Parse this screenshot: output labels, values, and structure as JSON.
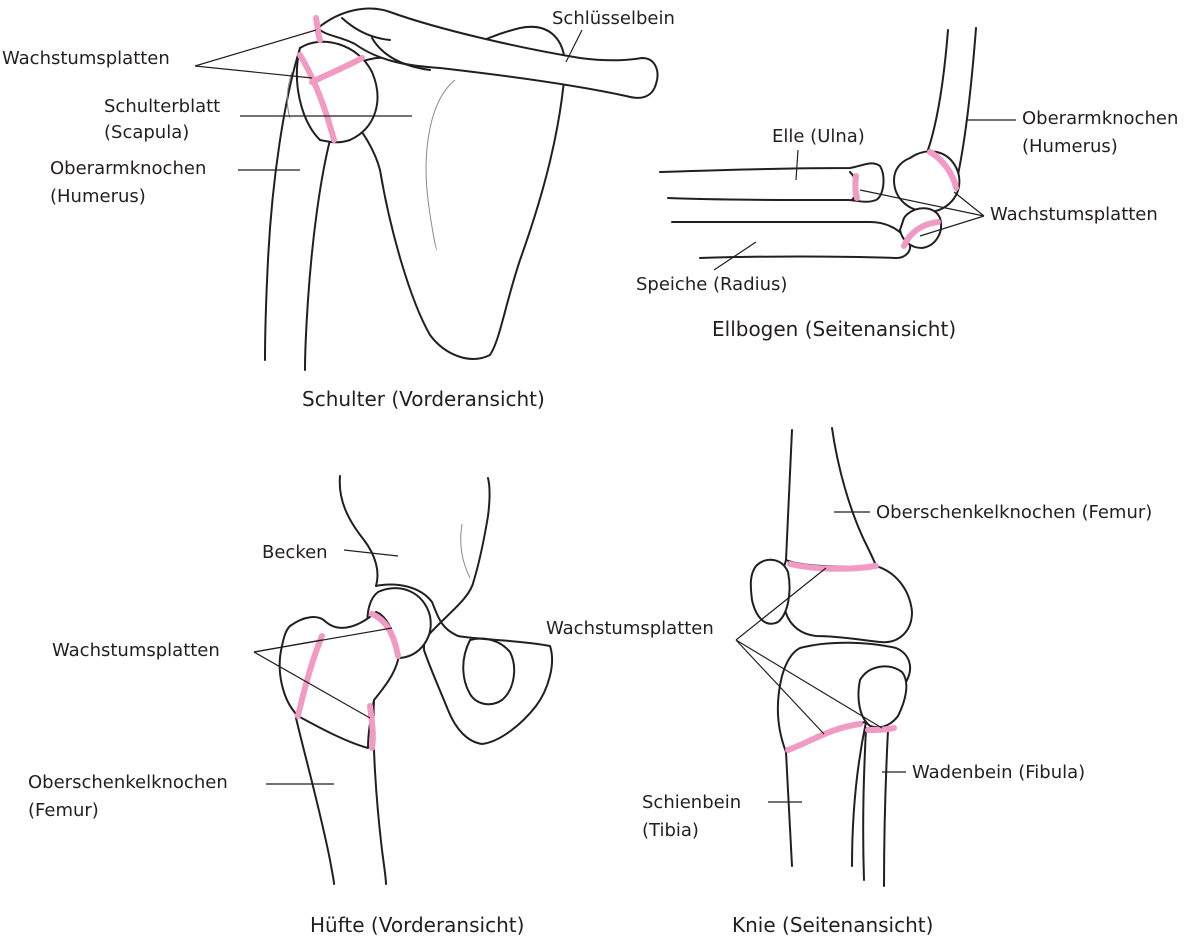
{
  "colors": {
    "growth_plate": "#f09ac4",
    "bone_outline": "#231f20"
  },
  "shoulder": {
    "caption": "Schulter (Vorderansicht)",
    "clavicle": "Schlüsselbein",
    "growth_plates": "Wachstumsplatten",
    "scapula_line1": "Schulterblatt",
    "scapula_line2": "(Scapula)",
    "humerus_line1": "Oberarmknochen",
    "humerus_line2": "(Humerus)"
  },
  "elbow": {
    "caption": "Ellbogen (Seitenansicht)",
    "ulna": "Elle (Ulna)",
    "humerus_line1": "Oberarmknochen",
    "humerus_line2": "(Humerus)",
    "growth_plates": "Wachstumsplatten",
    "radius": "Speiche (Radius)"
  },
  "hip": {
    "caption": "Hüfte (Vorderansicht)",
    "pelvis": "Becken",
    "growth_plates": "Wachstumsplatten",
    "femur_line1": "Oberschenkelknochen",
    "femur_line2": "(Femur)"
  },
  "knee": {
    "caption": "Knie (Seitenansicht)",
    "femur": "Oberschenkelknochen (Femur)",
    "growth_plates": "Wachstumsplatten",
    "fibula": "Wadenbein (Fibula)",
    "tibia_line1": "Schienbein",
    "tibia_line2": "(Tibia)"
  }
}
